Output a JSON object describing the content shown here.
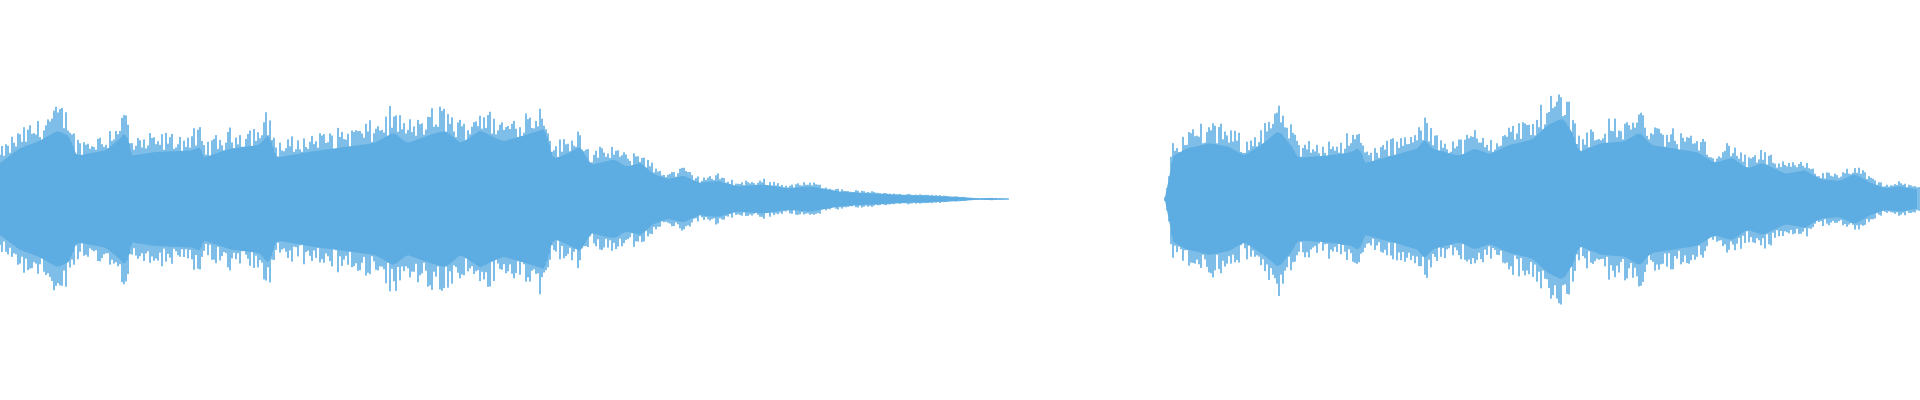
{
  "waveform": {
    "color": "#5dade2",
    "background": "#ffffff",
    "segments": [
      {
        "start": 0.0,
        "end": 0.525,
        "envelope": [
          [
            0.0,
            0.4
          ],
          [
            0.01,
            0.56
          ],
          [
            0.02,
            0.64
          ],
          [
            0.03,
            0.76
          ],
          [
            0.036,
            0.7
          ],
          [
            0.04,
            0.48
          ],
          [
            0.055,
            0.54
          ],
          [
            0.062,
            0.66
          ],
          [
            0.066,
            0.76
          ],
          [
            0.068,
            0.48
          ],
          [
            0.08,
            0.52
          ],
          [
            0.1,
            0.54
          ],
          [
            0.104,
            0.58
          ],
          [
            0.106,
            0.46
          ],
          [
            0.12,
            0.56
          ],
          [
            0.135,
            0.6
          ],
          [
            0.14,
            0.72
          ],
          [
            0.144,
            0.46
          ],
          [
            0.16,
            0.52
          ],
          [
            0.18,
            0.58
          ],
          [
            0.195,
            0.62
          ],
          [
            0.205,
            0.74
          ],
          [
            0.212,
            0.62
          ],
          [
            0.225,
            0.72
          ],
          [
            0.232,
            0.76
          ],
          [
            0.24,
            0.62
          ],
          [
            0.25,
            0.76
          ],
          [
            0.262,
            0.64
          ],
          [
            0.275,
            0.72
          ],
          [
            0.284,
            0.78
          ],
          [
            0.288,
            0.44
          ],
          [
            0.295,
            0.5
          ],
          [
            0.302,
            0.58
          ],
          [
            0.308,
            0.38
          ],
          [
            0.32,
            0.44
          ],
          [
            0.326,
            0.36
          ],
          [
            0.334,
            0.4
          ],
          [
            0.34,
            0.28
          ],
          [
            0.348,
            0.22
          ],
          [
            0.356,
            0.26
          ],
          [
            0.364,
            0.18
          ],
          [
            0.374,
            0.2
          ],
          [
            0.384,
            0.14
          ],
          [
            0.398,
            0.16
          ],
          [
            0.41,
            0.12
          ],
          [
            0.422,
            0.14
          ],
          [
            0.438,
            0.08
          ],
          [
            0.455,
            0.06
          ],
          [
            0.475,
            0.04
          ],
          [
            0.492,
            0.03
          ],
          [
            0.5,
            0.02
          ],
          [
            0.508,
            0.008
          ],
          [
            0.516,
            0.01
          ],
          [
            0.525,
            0.005
          ]
        ]
      },
      {
        "start": 0.607,
        "end": 1.0,
        "envelope": [
          [
            0.607,
            0.02
          ],
          [
            0.611,
            0.48
          ],
          [
            0.618,
            0.56
          ],
          [
            0.63,
            0.62
          ],
          [
            0.64,
            0.58
          ],
          [
            0.648,
            0.48
          ],
          [
            0.658,
            0.62
          ],
          [
            0.666,
            0.76
          ],
          [
            0.673,
            0.58
          ],
          [
            0.676,
            0.46
          ],
          [
            0.69,
            0.48
          ],
          [
            0.704,
            0.52
          ],
          [
            0.708,
            0.58
          ],
          [
            0.711,
            0.4
          ],
          [
            0.725,
            0.48
          ],
          [
            0.738,
            0.56
          ],
          [
            0.742,
            0.66
          ],
          [
            0.746,
            0.56
          ],
          [
            0.76,
            0.48
          ],
          [
            0.768,
            0.56
          ],
          [
            0.776,
            0.5
          ],
          [
            0.786,
            0.6
          ],
          [
            0.798,
            0.66
          ],
          [
            0.806,
            0.82
          ],
          [
            0.814,
            0.9
          ],
          [
            0.82,
            0.7
          ],
          [
            0.822,
            0.52
          ],
          [
            0.834,
            0.62
          ],
          [
            0.846,
            0.64
          ],
          [
            0.854,
            0.74
          ],
          [
            0.86,
            0.6
          ],
          [
            0.872,
            0.56
          ],
          [
            0.884,
            0.52
          ],
          [
            0.893,
            0.4
          ],
          [
            0.902,
            0.46
          ],
          [
            0.91,
            0.34
          ],
          [
            0.918,
            0.4
          ],
          [
            0.93,
            0.28
          ],
          [
            0.94,
            0.32
          ],
          [
            0.948,
            0.22
          ],
          [
            0.958,
            0.2
          ],
          [
            0.966,
            0.28
          ],
          [
            0.974,
            0.18
          ],
          [
            0.982,
            0.12
          ],
          [
            0.99,
            0.14
          ],
          [
            1.0,
            0.1
          ]
        ]
      }
    ]
  }
}
